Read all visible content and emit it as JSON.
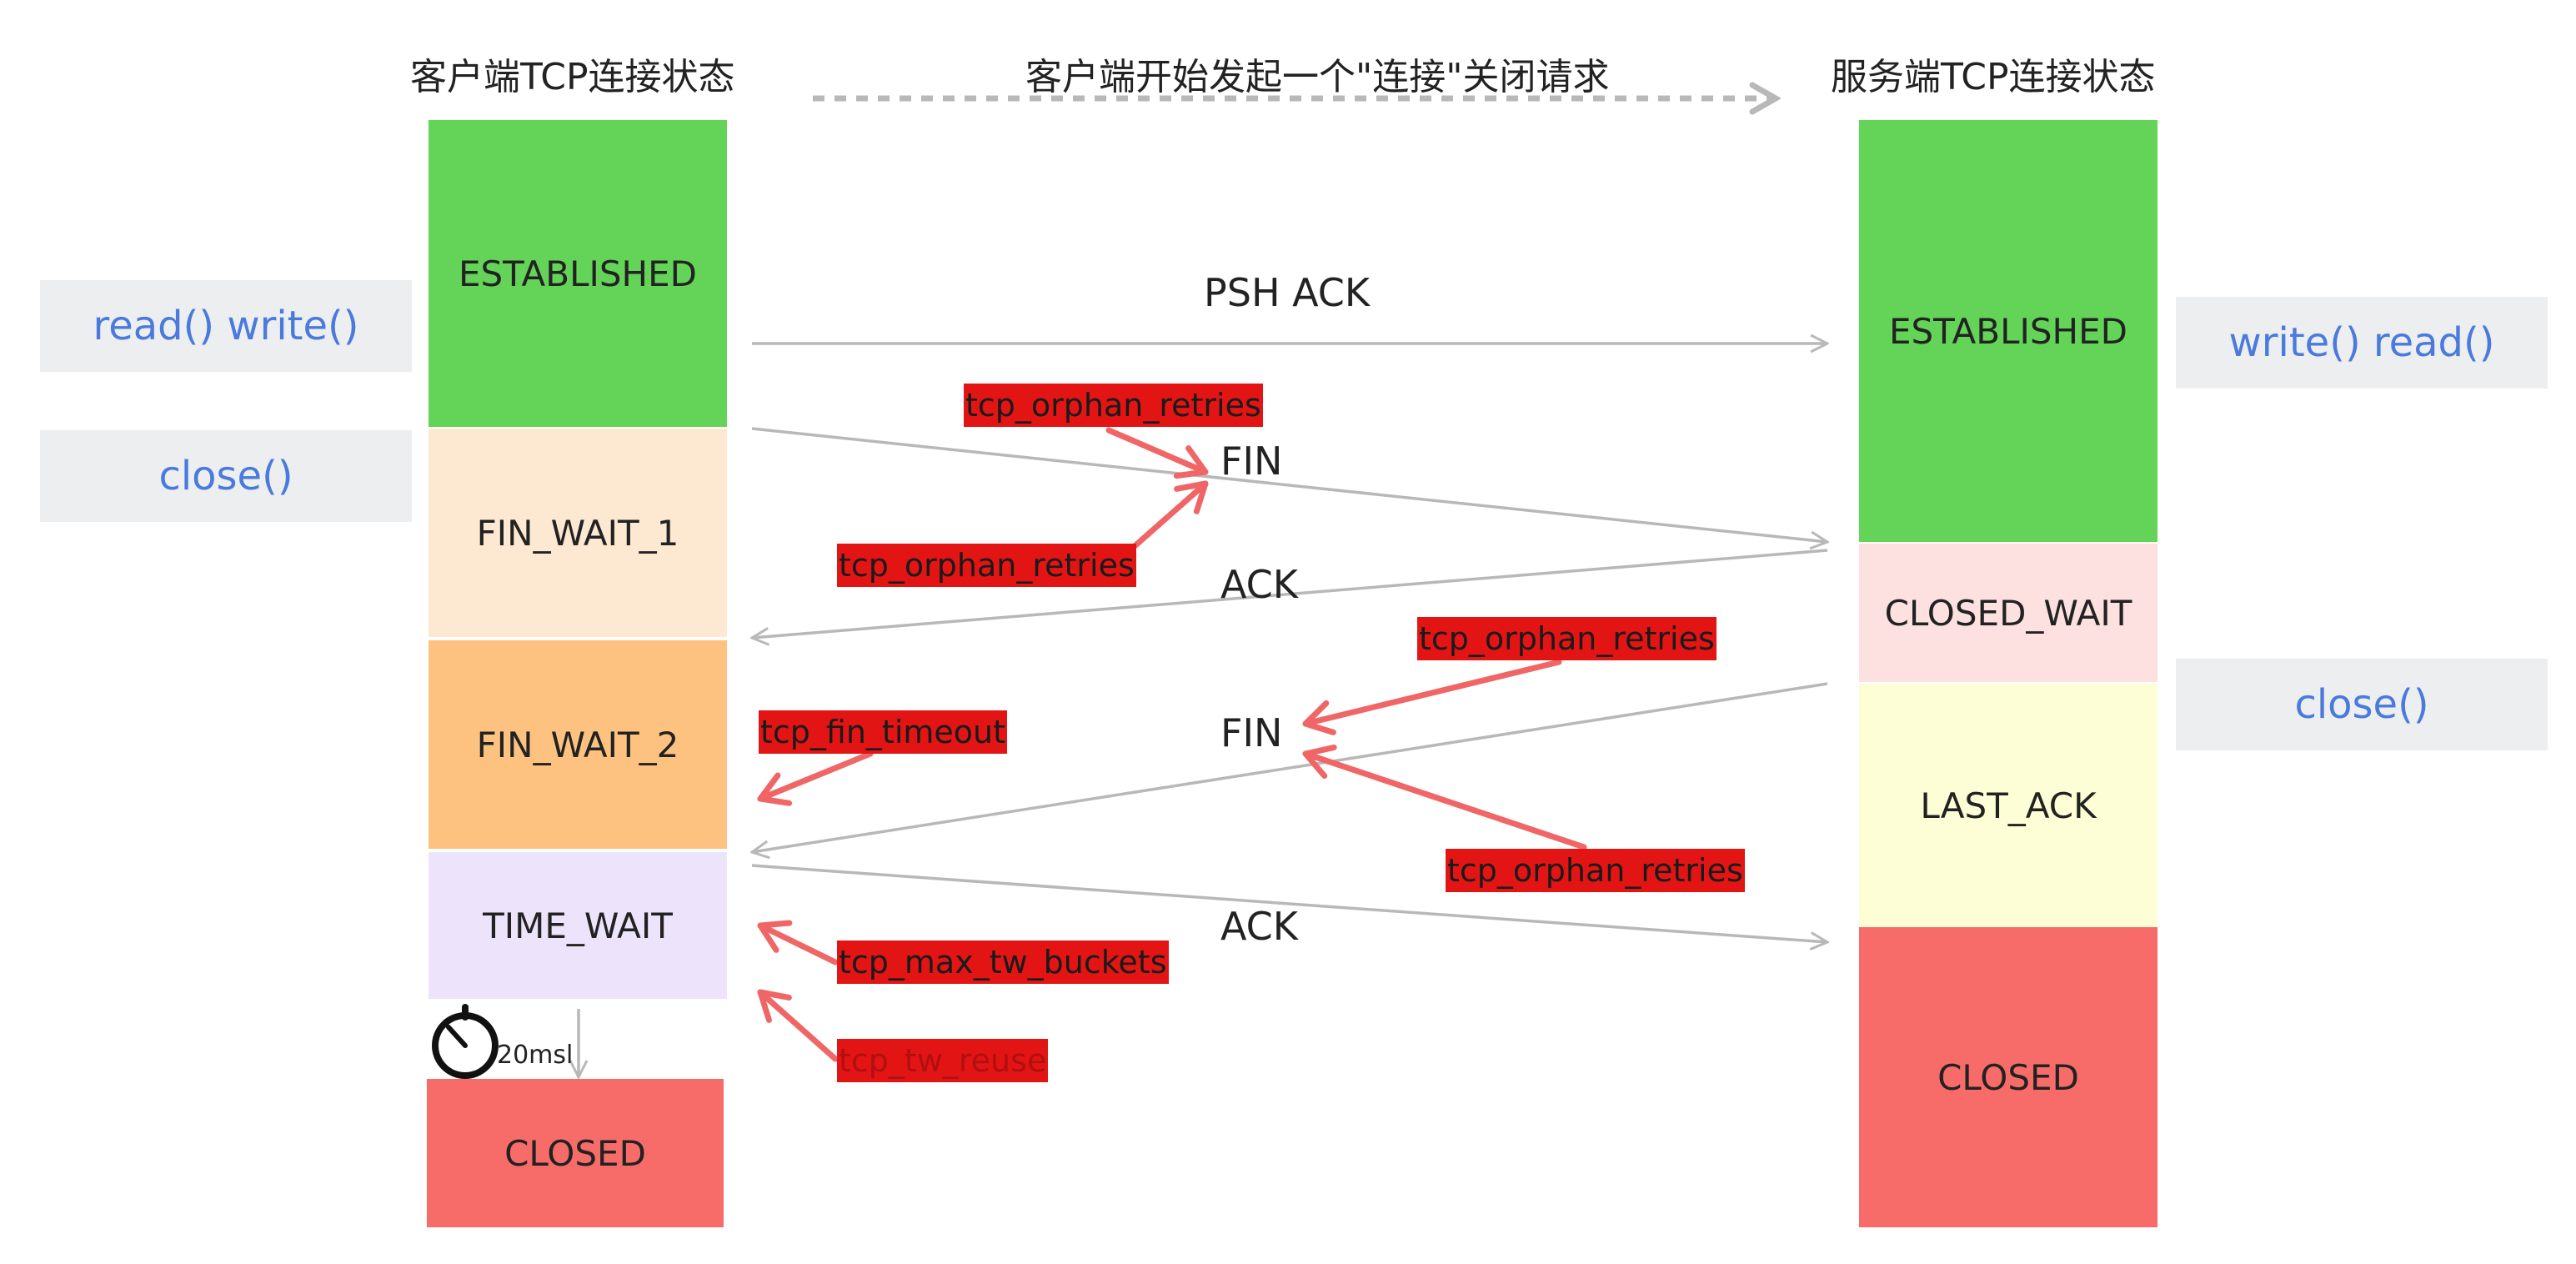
{
  "titles": {
    "client": "客户端TCP连接状态",
    "server": "服务端TCP连接状态",
    "initiation": "客户端开始发起一个\"连接\"关闭请求"
  },
  "client_states": {
    "established": "ESTABLISHED",
    "fin_wait_1": "FIN_WAIT_1",
    "fin_wait_2": "FIN_WAIT_2",
    "time_wait": "TIME_WAIT",
    "closed": "CLOSED"
  },
  "server_states": {
    "established": "ESTABLISHED",
    "closed_wait": "CLOSED_WAIT",
    "last_ack": "LAST_ACK",
    "closed": "CLOSED"
  },
  "client_calls": {
    "read_write": "read() write()",
    "close": "close()"
  },
  "server_calls": {
    "write_read": "write() read()",
    "close": "close()"
  },
  "messages": {
    "psh_ack": "PSH ACK",
    "fin_1": "FIN",
    "ack_1": "ACK",
    "fin_2": "FIN",
    "ack_2": "ACK"
  },
  "params": {
    "orphan_retries_1": "tcp_orphan_retries",
    "orphan_retries_2": "tcp_orphan_retries",
    "orphan_retries_3": "tcp_orphan_retries",
    "orphan_retries_4": "tcp_orphan_retries",
    "fin_timeout": "tcp_fin_timeout",
    "max_tw_buckets": "tcp_max_tw_buckets",
    "tw_reuse": "tcp_tw_reuse"
  },
  "timer": {
    "label": "20msl",
    "icon": "timer-icon"
  },
  "colors": {
    "established": "#63d457",
    "fin_wait_1": "#fde8d2",
    "fin_wait_2": "#fdc27f",
    "time_wait": "#ede3fb",
    "closed": "#f76b68",
    "closed_wait": "#fde0e0",
    "last_ack": "#fefed6",
    "param_bg": "#e31414",
    "param_arrow": "#f06666",
    "message_line": "#b8b8b8"
  }
}
